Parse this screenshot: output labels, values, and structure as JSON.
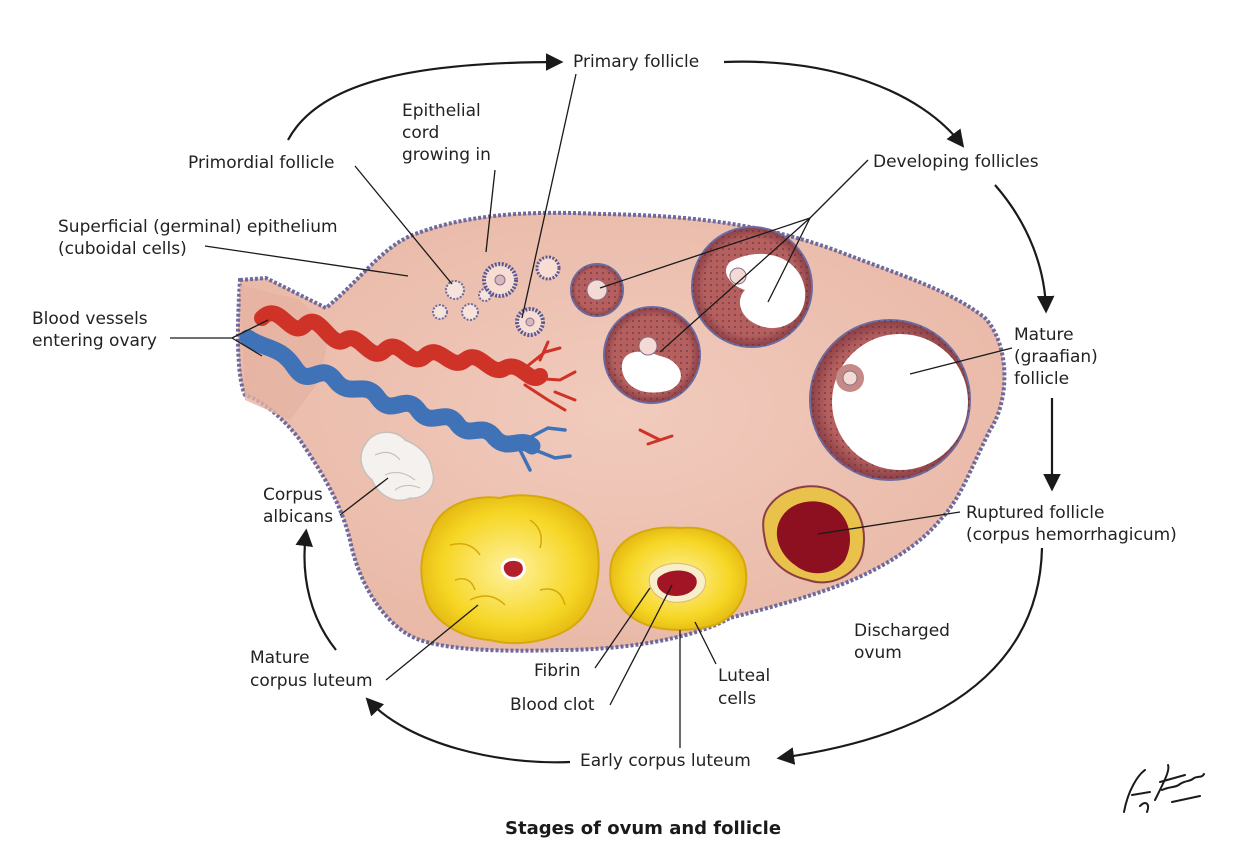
{
  "labels": {
    "primary_follicle": "Primary follicle",
    "epithelial_cord": [
      "Epithelial",
      "cord",
      "growing in"
    ],
    "primordial_follicle": "Primordial follicle",
    "developing_follicles": "Developing follicles",
    "superficial_epithelium": [
      "Superficial (germinal) epithelium",
      "(cuboidal cells)"
    ],
    "blood_vessels": [
      "Blood vessels",
      "entering ovary"
    ],
    "mature_follicle": [
      "Mature",
      "(graafian)",
      "follicle"
    ],
    "corpus_albicans": [
      "Corpus",
      "albicans"
    ],
    "ruptured_follicle": [
      "Ruptured follicle",
      "(corpus hemorrhagicum)"
    ],
    "discharged_ovum": [
      "Discharged",
      "ovum"
    ],
    "mature_corpus_luteum": [
      "Mature",
      "corpus luteum"
    ],
    "fibrin": "Fibrin",
    "blood_clot": "Blood clot",
    "luteal_cells": [
      "Luteal",
      "cells"
    ],
    "early_corpus_luteum": "Early corpus luteum"
  },
  "caption": "Stages of ovum and follicle",
  "signature": "F. Netter M.D.",
  "colors": {
    "ovary_stroma": "#efc6b7",
    "epithelium": "#6c6a9e",
    "artery": "#d2362a",
    "vein": "#3f72b6",
    "corpus_luteum": "#f4d21f",
    "hemorrhage": "#8c1020",
    "follicle_wall": "#a14d4f",
    "antrum": "#ffffff"
  }
}
